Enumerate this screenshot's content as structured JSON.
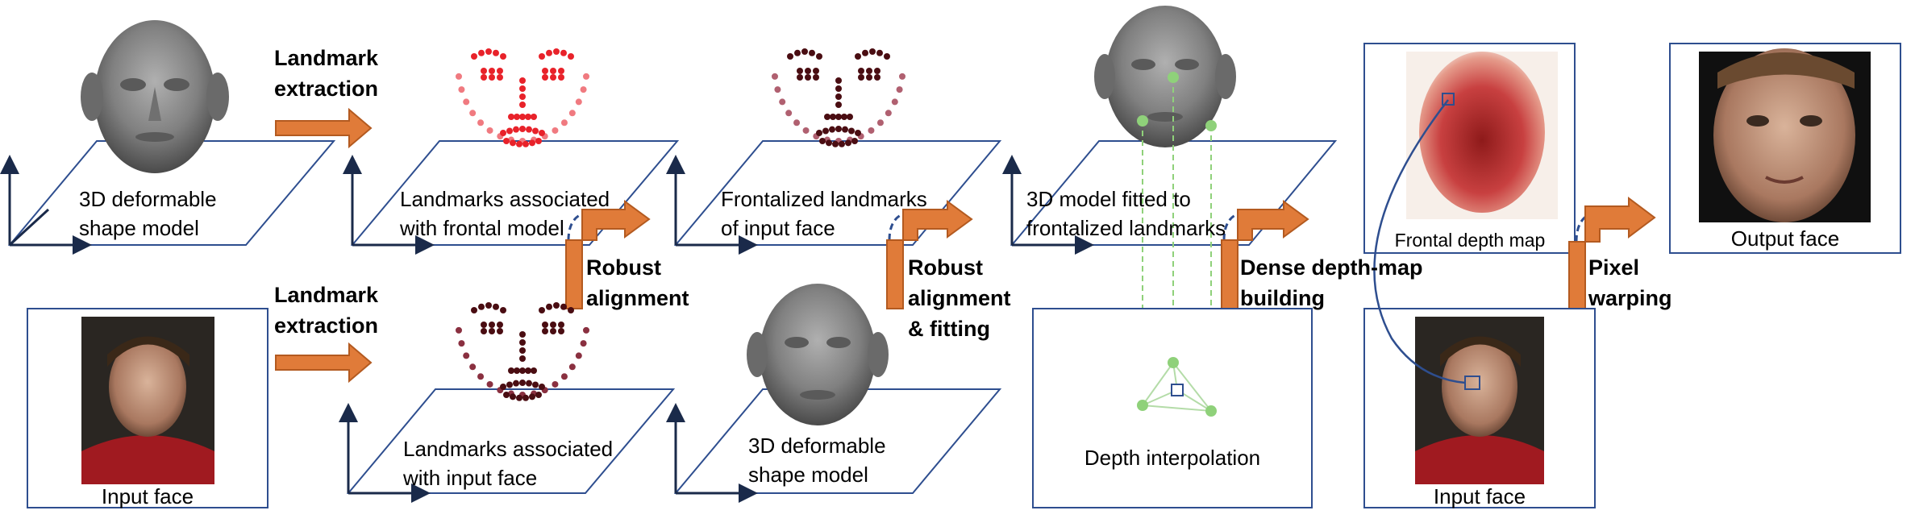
{
  "labels": {
    "landmark_extraction_top": [
      "Landmark",
      "extraction"
    ],
    "landmark_extraction_bottom": [
      "Landmark",
      "extraction"
    ],
    "shape_model_top": [
      "3D deformable",
      "shape model"
    ],
    "landmarks_frontal": [
      "Landmarks associated",
      "with frontal model"
    ],
    "frontalized_landmarks": [
      "Frontalized  landmarks",
      "of input face"
    ],
    "model_fitted": [
      "3D model fitted to",
      "frontalized landmarks"
    ],
    "frontal_depth_map": "Frontal depth map",
    "output_face": "Output face",
    "robust_alignment": [
      "Robust",
      "alignment"
    ],
    "robust_alignment_fitting": [
      "Robust",
      "alignment",
      "& fitting"
    ],
    "dense_depth_map": [
      "Dense depth-map",
      "building"
    ],
    "pixel_warping": [
      "Pixel",
      "warping"
    ],
    "input_face_left": "Input face",
    "landmarks_input": [
      "Landmarks associated",
      "with input face"
    ],
    "shape_model_bottom": [
      "3D deformable",
      "shape model"
    ],
    "depth_interpolation": "Depth interpolation",
    "input_face_right": "Input face"
  },
  "colors": {
    "arrow_orange": "#e07b39",
    "box_border": "#2e4e8f",
    "plane_stroke": "#2e4e8f",
    "landmark_red": "#e8222a",
    "landmark_dark": "#4a0d12",
    "interp_green": "#8fd17a"
  }
}
